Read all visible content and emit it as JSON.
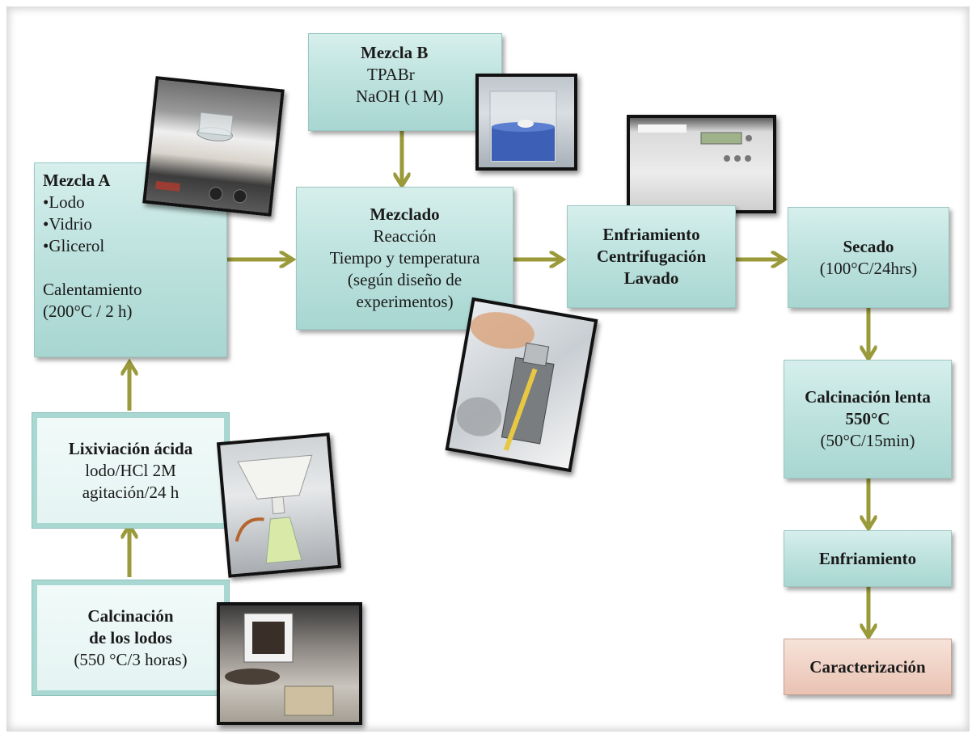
{
  "mezcla_a": {
    "title": "Mezcla A",
    "items": [
      "•Lodo",
      "•Vidrio",
      "•Glicerol"
    ],
    "heat": "Calentamiento",
    "heat_cond": "(200°C / 2 h)"
  },
  "mezcla_b": {
    "title": "Mezcla B",
    "lines": [
      "TPABr",
      "NaOH (1 M)"
    ]
  },
  "mezclado": {
    "title": "Mezclado",
    "lines": [
      "Reacción",
      "Tiempo y temperatura",
      "(según diseño de",
      "experimentos)"
    ]
  },
  "enfriamiento_centrifugacion": {
    "lines": [
      "Enfriamiento",
      "Centrifugación",
      "Lavado"
    ]
  },
  "secado": {
    "title": "Secado",
    "cond": "(100°C/24hrs)"
  },
  "calcinacion_lenta": {
    "title": "Calcinación lenta",
    "temp": "550°C",
    "cond": "(50°C/15min)"
  },
  "enfriamiento": {
    "title": "Enfriamiento"
  },
  "caracterizacion": {
    "title": "Caracterización"
  },
  "lixiviacion": {
    "title": "Lixiviación ácida",
    "lines": [
      "lodo/HCl 2M",
      "agitación/24 h"
    ]
  },
  "calcinacion_lodos": {
    "title_lines": [
      "Calcinación",
      "de los lodos"
    ],
    "cond": "(550 °C/3 horas)"
  },
  "colors": {
    "box": "#bfe3df",
    "arrow": "#9a9a3a",
    "final_box": "#e9c2b2"
  }
}
